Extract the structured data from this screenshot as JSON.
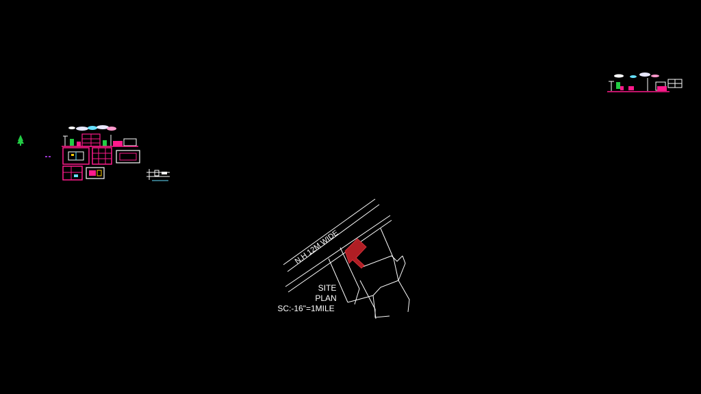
{
  "site_plan": {
    "road_label": "N.H 12M WIDE",
    "title_line1": "SITE",
    "title_line2": "PLAN",
    "scale": "SC:-16\"=1MILE"
  },
  "colors": {
    "background": "#000000",
    "line": "#ffffff",
    "building": "#b01e24",
    "magenta": "#ff1a8c",
    "green": "#22cc44",
    "cyan": "#66e0ff"
  },
  "icons": [
    "tree-icon",
    "building-thumbnail"
  ]
}
